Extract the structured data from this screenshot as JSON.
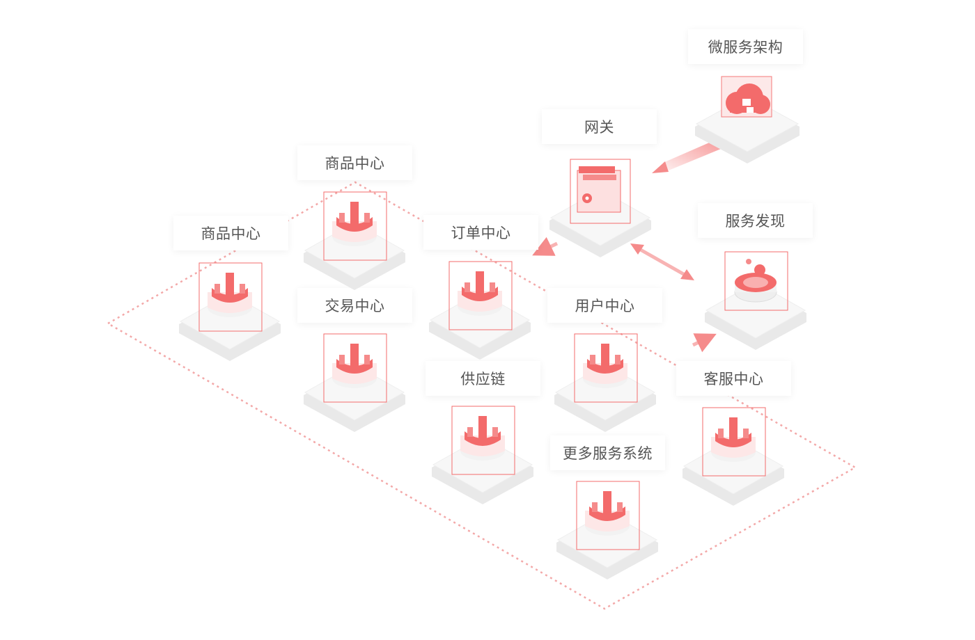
{
  "diagram": {
    "colors": {
      "accent": "#f36b6b",
      "accent_light": "#fbd2d2",
      "dash": "#f3a8a8",
      "pad": "#f7f7f7",
      "pad_side": "#e9e9e9"
    },
    "labels": {
      "microservice": "微服务架构",
      "gateway": "网关",
      "discovery": "服务发现",
      "goods_a": "商品中心",
      "goods_b": "商品中心",
      "order": "订单中心",
      "trade": "交易中心",
      "user": "用户中心",
      "supply": "供应链",
      "customer": "客服中心",
      "more": "更多服务系统"
    },
    "icons": {
      "microservice": "cloud-icon",
      "gateway": "gateway-server-icon",
      "discovery": "discovery-icon",
      "service": "service-module-icon"
    }
  }
}
